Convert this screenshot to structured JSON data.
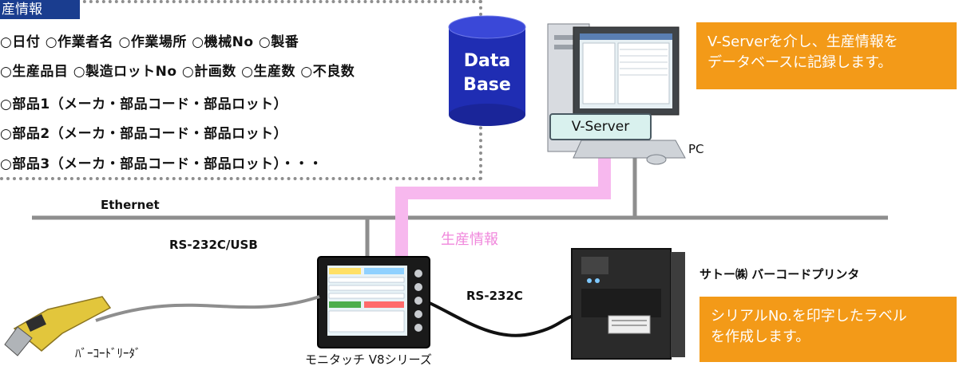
{
  "info_panel": {
    "title": "産情報",
    "lines": [
      "○日付  ○作業者名  ○作業場所  ○機械No  ○製番",
      "○生産品目  ○製造ロットNo  ○計画数  ○生産数  ○不良数",
      "○部品1（メーカ・部品コード・部品ロット）",
      "○部品2（メーカ・部品コード・部品ロット）",
      "○部品3（メーカ・部品コード・部品ロット）・・・"
    ]
  },
  "database": {
    "line1": "Data",
    "line2": "Base"
  },
  "vserver_label": "V-Server",
  "pc_label": "PC",
  "note_top": {
    "line1": "V-Serverを介し、生産情報を",
    "line2": "データベースに記録します。"
  },
  "note_bottom": {
    "line1": "シリアルNo.を印字したラベル",
    "line2": "を作成します。"
  },
  "ethernet_label": "Ethernet",
  "rs232_usb_label": "RS-232C/USB",
  "rs232_label": "RS-232C",
  "flow_label": "生産情報",
  "touch_panel_label": "モニタッチ  V8シリーズ",
  "barcode_reader_label": "ﾊﾞｰｺｰﾄﾞﾘｰﾀﾞ",
  "printer_label": "サトー㈱  バーコードプリンタ",
  "colors": {
    "accent_orange": "#f39a18",
    "database_blue": "#1f2db3",
    "flow_pink": "#f7b8ee",
    "network_gray": "#8e8e8e",
    "title_navy": "#1a3d8f"
  }
}
